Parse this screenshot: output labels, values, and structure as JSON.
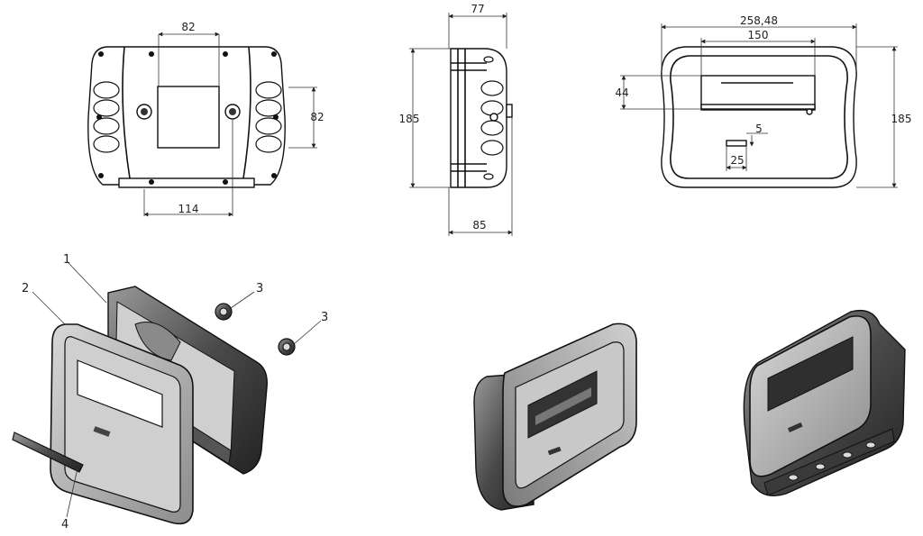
{
  "front_view": {
    "dim_top": "82",
    "dim_right": "82",
    "dim_bottom": "114"
  },
  "side_view": {
    "dim_top": "77",
    "dim_left": "185",
    "dim_bottom": "85"
  },
  "back_view": {
    "dim_top_outer": "258,48",
    "dim_top_inner": "150",
    "dim_left": "44",
    "dim_right": "185",
    "dim_slot_h": "5",
    "dim_slot_w": "25"
  },
  "callouts": {
    "c1": "1",
    "c2": "2",
    "c3a": "3",
    "c3b": "3",
    "c4": "4"
  },
  "colors": {
    "line": "#111111",
    "shade_dark": "#3a3a3a",
    "shade_mid": "#7a7a7a",
    "shade_light": "#bdbdbd"
  }
}
